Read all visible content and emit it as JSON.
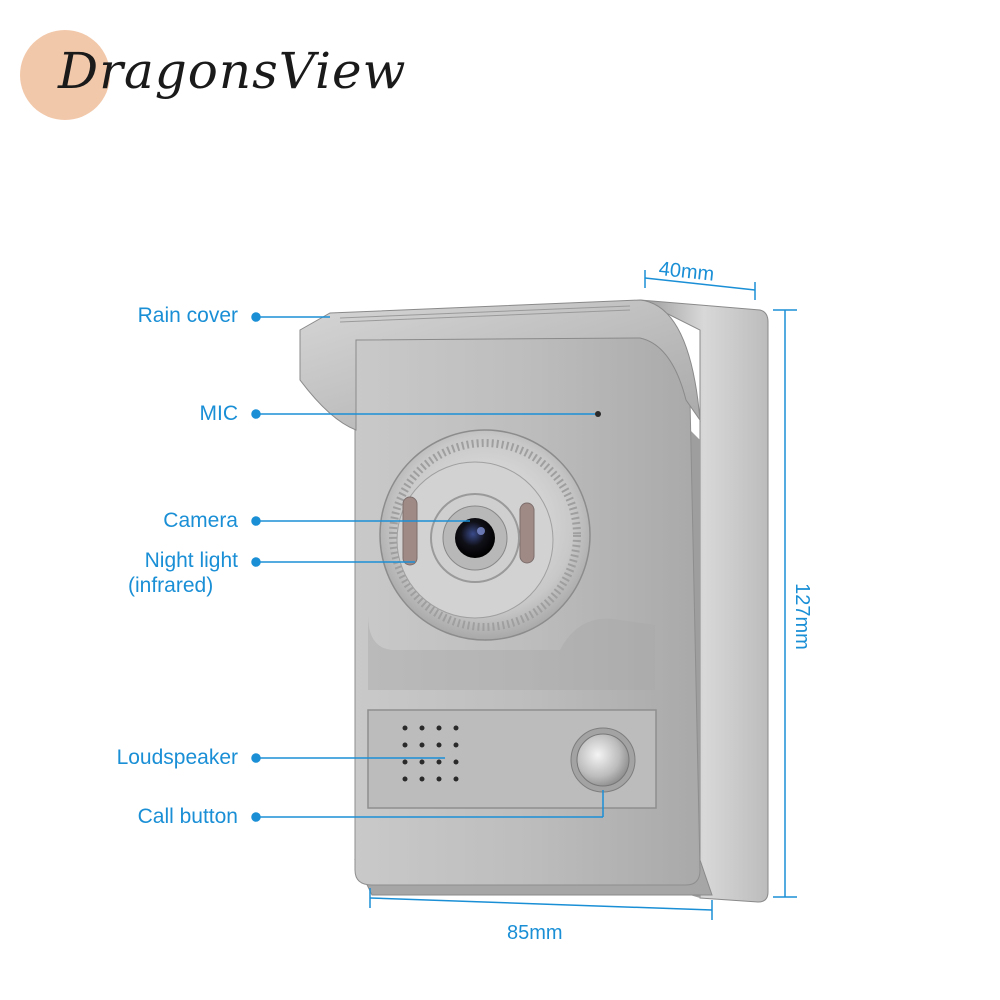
{
  "brand": {
    "name": "DragonsView",
    "logo_color": "#f2c8aa"
  },
  "callouts": {
    "rain_cover": "Rain cover",
    "mic": "MIC",
    "camera": "Camera",
    "night_light_line1": "Night light",
    "night_light_line2": "(infrared)",
    "loudspeaker": "Loudspeaker",
    "call_button": "Call button"
  },
  "dimensions": {
    "depth": "40mm",
    "height": "127mm",
    "width": "85mm"
  },
  "colors": {
    "accent": "#1a8fd6",
    "device_body": "#b9b9b9"
  }
}
